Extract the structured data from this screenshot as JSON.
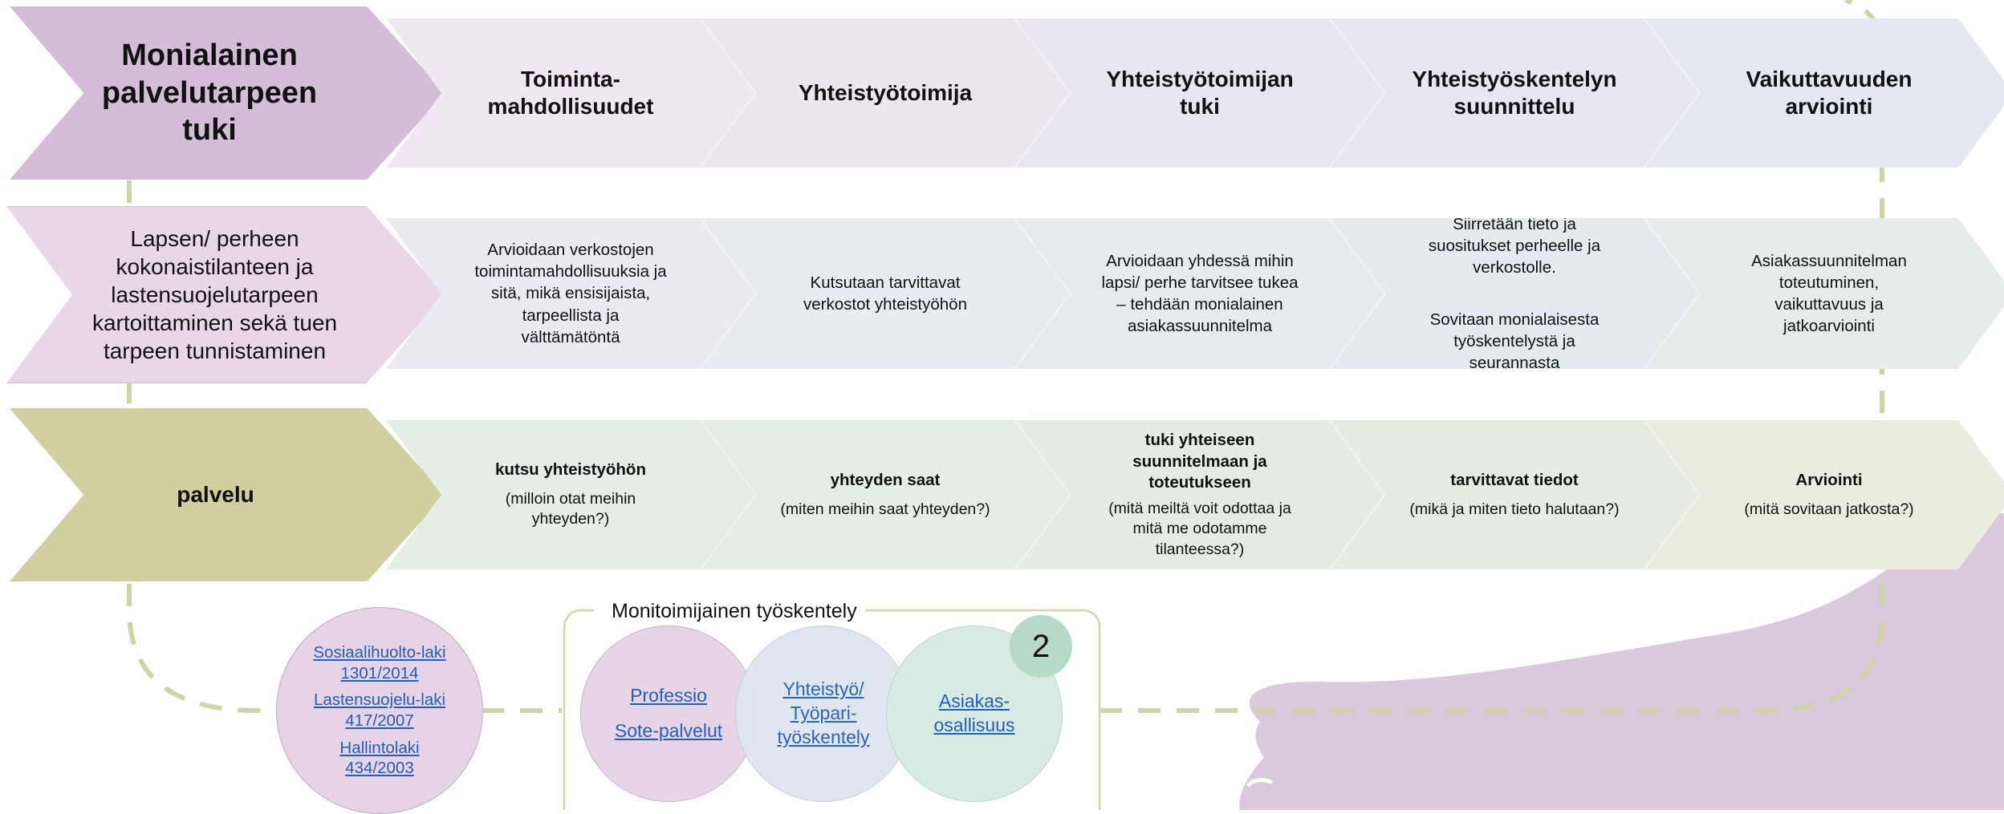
{
  "header_row": {
    "lead": "Monialainen\npalvelutarpeen\ntuki",
    "steps": [
      "Toiminta-\nmahdollisuudet",
      "Yhteistyötoimija",
      "Yhteistyötoimijan\ntuki",
      "Yhteistyöskentelyn\nsuunnittelu",
      "Vaikuttavuuden\narviointi"
    ]
  },
  "description_row": {
    "lead": "Lapsen/ perheen\nkokonaistilanteen ja\nlastensuojelutarpeen\nkartoittaminen sekä tuen\ntarpeen tunnistaminen",
    "steps": [
      [
        "Arvioidaan verkostojen\ntoimintamahdollisuuksia ja\nsitä, mikä ensisijaista,\ntarpeellista ja\nvälttämätöntä"
      ],
      [
        "Kutsutaan tarvittavat\nverkostot yhteistyöhön"
      ],
      [
        "Arvioidaan yhdessä mihin\nlapsi/ perhe tarvitsee tukea\n– tehdään monialainen\nasiakassuunnitelma"
      ],
      [
        "Siirretään tieto ja\nsuositukset perheelle ja\nverkostolle.",
        "Sovitaan monialaisesta\ntyöskentelystä ja\nseurannasta"
      ],
      [
        "Asiakassuunnitelman\ntoteutuminen,\nvaikuttavuus ja\njatkoarviointi"
      ]
    ]
  },
  "service_row": {
    "lead": "palvelu",
    "steps": [
      {
        "title": "kutsu yhteistyöhön",
        "subtitle": "(milloin otat meihin\nyhteyden?)"
      },
      {
        "title": "yhteyden saat",
        "subtitle": "(miten meihin saat yhteyden?)"
      },
      {
        "title": "tuki  yhteiseen\nsuunnitelmaan ja\ntoteutukseen",
        "subtitle": "(mitä meiltä voit odottaa ja\nmitä me odotamme\ntilanteessa?)"
      },
      {
        "title": "tarvittavat tiedot",
        "subtitle": "(mikä ja miten tieto halutaan?)"
      },
      {
        "title": "Arviointi",
        "subtitle": "(mitä sovitaan jatkosta?)"
      }
    ]
  },
  "laws": [
    "Sosiaalihuolto-laki\n1301/2014",
    "Lastensuojelu-laki\n417/2007",
    "Hallintolaki\n434/2003"
  ],
  "monitoimijainen": {
    "title": "Monitoimijainen työskentely",
    "circle1": [
      "Professio",
      "Sote-palvelut"
    ],
    "circle2": "Yhteistyö/\nTyöpari-\ntyöskentely",
    "circle3": "Asiakas-\nosallisuus",
    "badge": "2"
  },
  "colors": {
    "lead_header": "#d5bcd8",
    "lead_desc": "#e9d7e8",
    "lead_service": "#cfcf9f",
    "dashed_path": "#d0d3a6",
    "blob": "#d3c0d7",
    "link": "#1f5fbf"
  }
}
